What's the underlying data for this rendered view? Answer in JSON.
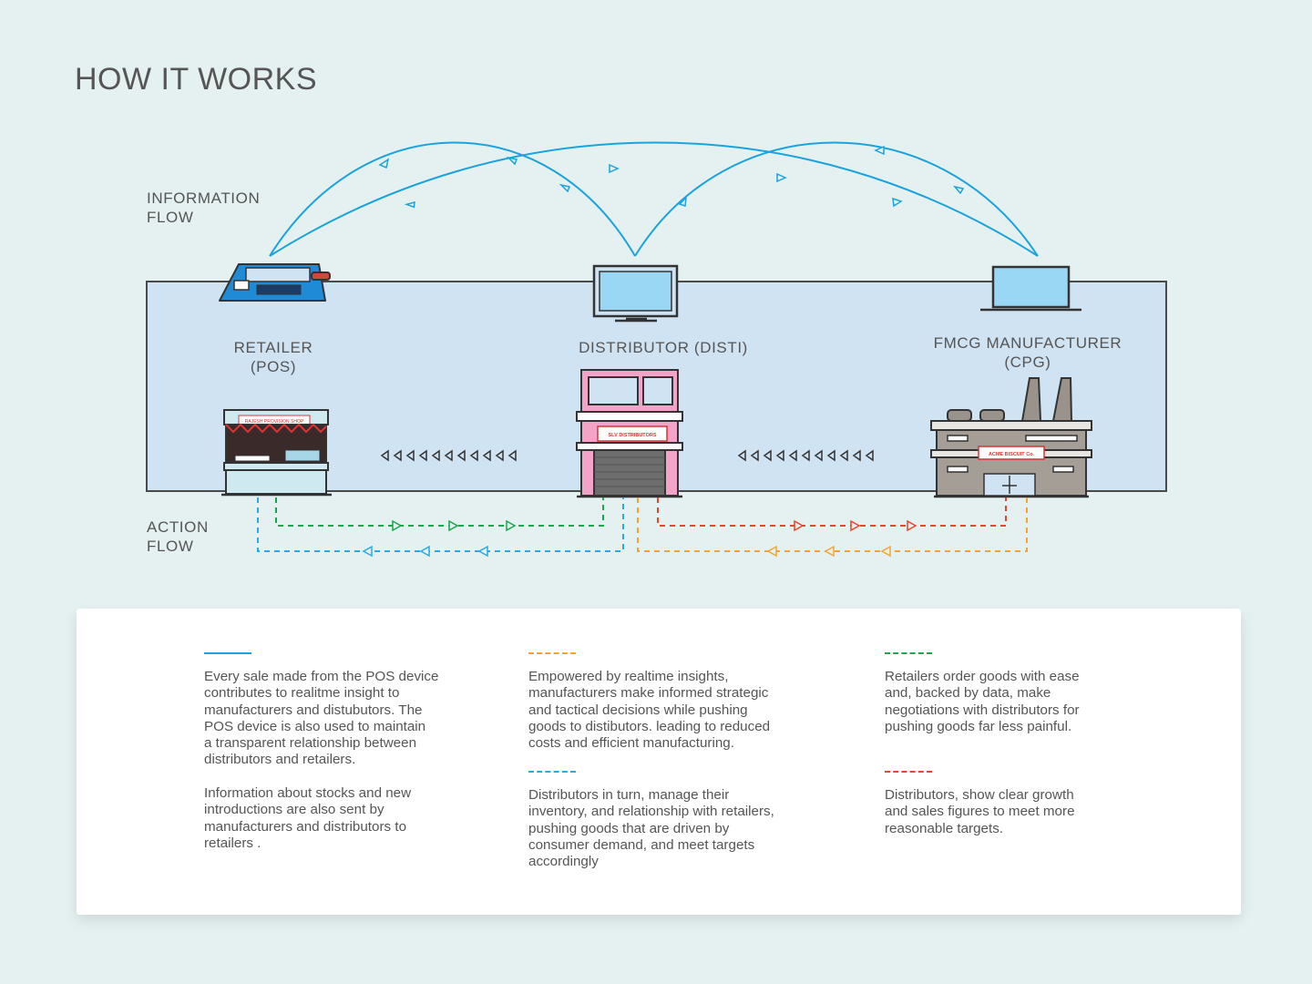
{
  "page": {
    "title": "HOW IT WORKS",
    "information_flow_label": "INFORMATION\nFLOW",
    "action_flow_label": "ACTION\nFLOW"
  },
  "nodes": [
    {
      "id": "retailer",
      "label": "RETAILER\n(POS)",
      "device": "pos-terminal",
      "building": "provision-shop",
      "sign": "RAJESH PROVISION SHOP"
    },
    {
      "id": "distributor",
      "label": "DISTRIBUTOR (DISTI)",
      "device": "desktop-monitor",
      "building": "distribution-warehouse",
      "sign": "SLV DISTRIBUTORS"
    },
    {
      "id": "manufacturer",
      "label": "FMCG MANUFACTURER\n(CPG)",
      "device": "laptop",
      "building": "factory",
      "sign": "ACME BISCUIT Co."
    }
  ],
  "colors": {
    "background": "#e5f1f1",
    "panel": "#cfe3f3",
    "information_flow": "#1aa3dc",
    "retailer_orders": "#1aa64a",
    "distributor_to_retailer": "#29abe2",
    "distributor_to_manufacturer": "#e8452c",
    "manufacturer_to_distributor": "#f4a531",
    "distributor_building": "#f4a3c8"
  },
  "legend": {
    "items": [
      {
        "id": "info",
        "style": "solid",
        "color": "#1aa3dc",
        "text": "Every sale made from the POS device\ncontributes to realitme insight to\nmanufacturers and distubutors. The\nPOS device is also used to maintain\na transparent relationship between\ndistributors and retailers.\n\nInformation about stocks and new\nintroductions are also sent by\nmanufacturers and distributors to\nretailers ."
      },
      {
        "id": "manufacturer",
        "style": "dashed",
        "color": "#f4a531",
        "text": "Empowered by realtime insights,\nmanufacturers make informed strategic\nand tactical decisions while pushing\ngoods to distibutors. leading to reduced\ncosts and efficient manufacturing."
      },
      {
        "id": "distributor-blue",
        "style": "dashed",
        "color": "#29abe2",
        "text": "Distributors in turn, manage their\ninventory, and relationship with retailers,\npushing goods that are driven by\nconsumer demand, and meet targets\naccordingly"
      },
      {
        "id": "retailer",
        "style": "dashed",
        "color": "#1aa64a",
        "text": "Retailers order goods with ease\nand, backed by data, make\nnegotiations with distributors for\npushing goods far less painful."
      },
      {
        "id": "distributor-red",
        "style": "dashed",
        "color": "#e8452c",
        "text": "Distributors, show clear growth\nand sales figures to meet more\nreasonable targets."
      }
    ]
  }
}
